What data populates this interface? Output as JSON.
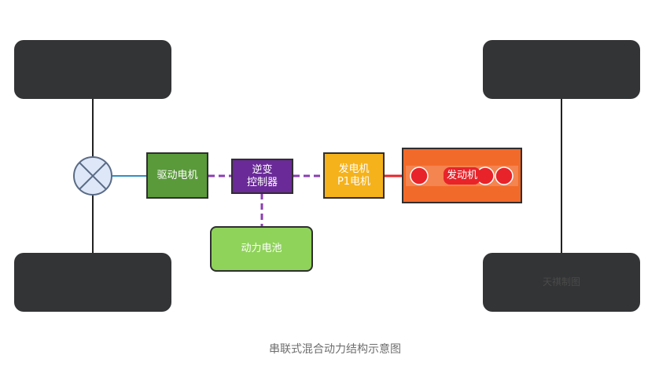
{
  "diagram": {
    "caption": "串联式混合动力结构示意图",
    "watermark": "天祺制图",
    "nodes": {
      "drive_motor": "驱动电机",
      "inverter_line1": "逆变",
      "inverter_line2": "控制器",
      "generator_line1": "发电机",
      "generator_line2": "P1电机",
      "engine": "发动机",
      "battery": "动力电池"
    },
    "colors": {
      "wheel": "#333436",
      "drive_motor": "#5a9a3a",
      "inverter": "#6a2a98",
      "generator": "#f5b21a",
      "engine": "#f26a2a",
      "battery": "#8fd35a",
      "cylinder": "#e8232a",
      "power_link": "#8a3fb3",
      "mechanical_link": "#2f8fc4",
      "engine_link": "#e8232a"
    }
  }
}
